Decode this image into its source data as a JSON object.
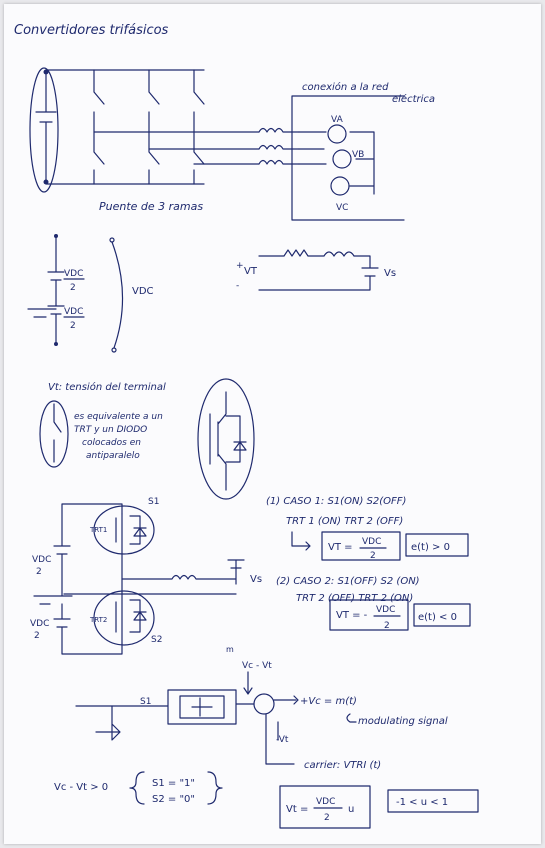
{
  "title": "Convertidores trifásicos",
  "bridge": {
    "grid_label_1": "conexión a la red",
    "grid_label_2": "eléctrica",
    "vA": "VA",
    "vB": "VB",
    "vC": "VC",
    "caption": "Puente de 3 ramas"
  },
  "half_bridge": {
    "vdc_half_top_num": "VDC",
    "vdc_half_top_den": "2",
    "vdc_half_bot_num": "VDC",
    "vdc_half_bot_den": "2",
    "vdc_total": "VDC",
    "vt_label": "VT",
    "vs_label": "Vs",
    "plus": "+",
    "minus": "-"
  },
  "definitions": {
    "vt_def": "Vt: tensión del terminal",
    "switch_1": "es equivalente a un",
    "switch_2": "TRT y un DIODO",
    "switch_3": "colocados en",
    "switch_4": "antiparalelo"
  },
  "cases": {
    "s1_label": "S1",
    "s2_label": "S2",
    "trt1_label": "TRT1",
    "trt2_label": "TRT2",
    "vdc_top": "VDC",
    "vdc_top_den": "2",
    "vdc_bot": "VDC",
    "vdc_bot_den": "2",
    "vs_label": "Vs",
    "case1_title": "(1) CASO 1: S1(ON)  S2(OFF)",
    "case1_states": "TRT 1 (ON)    TRT 2 (OFF)",
    "case1_eq_lhs": "VT =",
    "case1_eq_num": "VDC",
    "case1_eq_den": "2",
    "case1_cond": "e(t) > 0",
    "case2_title": "(2) CASO 2: S1(OFF) S2 (ON)",
    "case2_states": "TRT 2 (OFF)    TRT 2 (ON)",
    "case2_eq_lhs": "VT = -",
    "case2_eq_num": "VDC",
    "case2_eq_den": "2",
    "case2_cond": "e(t) < 0"
  },
  "modulation": {
    "s1_label": "S1",
    "m_label": "m",
    "vc_minus_vt": "Vc - Vt",
    "plus_vc": "+Vc = m(t)",
    "modulating": "modulating signal",
    "minus_vt": "-Vt",
    "carrier": "carrier: VTRI (t)",
    "cond_lhs": "Vc - Vt > 0",
    "s1_state": "S1 = \"1\"",
    "s2_state": "S2 = \"0\"",
    "vt_lhs": "Vt =",
    "vt_num": "VDC",
    "vt_den": "2",
    "vt_u": "u",
    "u_range": "-1 < u < 1"
  }
}
